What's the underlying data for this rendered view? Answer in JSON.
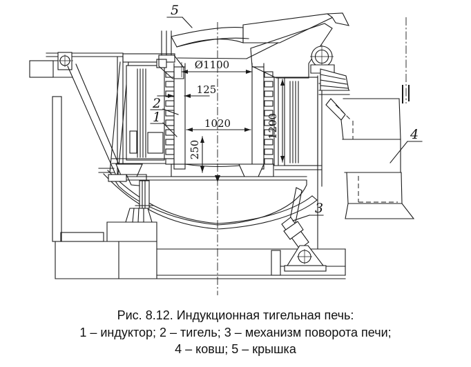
{
  "window": {
    "background": "#ffffff",
    "ink": "#1a1a1a"
  },
  "figure_caption": {
    "line1": "Рис. 8.12. Индукционная тигельная печь:",
    "line2": "1 – индуктор; 2 – тигель; 3 – механизм поворота печи;",
    "line3": "4 – ковш; 5 – крышка"
  },
  "drawing": {
    "dimensions": {
      "mouth_diameter": "Ø1100",
      "lining_thickness": "125",
      "crucible_inner_diameter": "1020",
      "inductor_height": "1200",
      "bottom_thickness": "250"
    },
    "part_labels": {
      "inductor": "1",
      "crucible": "2",
      "tilt_mechanism": "3",
      "ladle": "4",
      "cover": "5"
    }
  }
}
